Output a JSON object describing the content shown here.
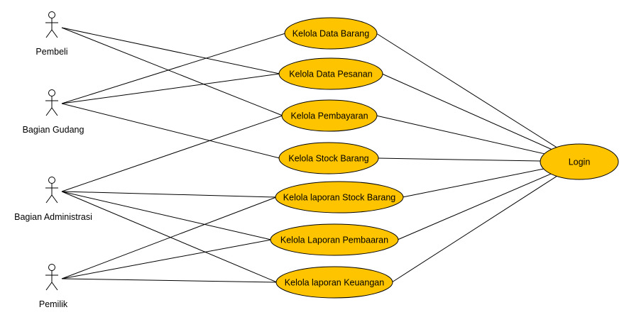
{
  "colors": {
    "usecase_fill": "#ffc400",
    "line": "#000000",
    "background": "#ffffff"
  },
  "actors": [
    {
      "id": "pembeli",
      "label": "Pembeli"
    },
    {
      "id": "gudang",
      "label": "Bagian Gudang"
    },
    {
      "id": "admin",
      "label": "Bagian Administrasi"
    },
    {
      "id": "pemilik",
      "label": "Pemilik"
    }
  ],
  "usecases": [
    {
      "id": "uc1",
      "label": "Kelola Data Barang"
    },
    {
      "id": "uc2",
      "label": "Kelola Data Pesanan"
    },
    {
      "id": "uc3",
      "label": "Kelola Pembayaran"
    },
    {
      "id": "uc4",
      "label": "Kelola Stock Barang"
    },
    {
      "id": "uc5",
      "label": "Kelola laporan Stock Barang"
    },
    {
      "id": "uc6",
      "label": "Kelola Laporan Pembaaran"
    },
    {
      "id": "uc7",
      "label": "Kelola laporan Keuangan"
    },
    {
      "id": "login",
      "label": "Login"
    }
  ],
  "associations": [
    [
      "pembeli",
      "uc2"
    ],
    [
      "pembeli",
      "uc3"
    ],
    [
      "gudang",
      "uc1"
    ],
    [
      "gudang",
      "uc2"
    ],
    [
      "gudang",
      "uc4"
    ],
    [
      "admin",
      "uc3"
    ],
    [
      "admin",
      "uc5"
    ],
    [
      "admin",
      "uc6"
    ],
    [
      "admin",
      "uc7"
    ],
    [
      "pemilik",
      "uc5"
    ],
    [
      "pemilik",
      "uc6"
    ],
    [
      "pemilik",
      "uc7"
    ],
    [
      "uc1",
      "login"
    ],
    [
      "uc2",
      "login"
    ],
    [
      "uc3",
      "login"
    ],
    [
      "uc4",
      "login"
    ],
    [
      "uc5",
      "login"
    ],
    [
      "uc6",
      "login"
    ],
    [
      "uc7",
      "login"
    ]
  ]
}
